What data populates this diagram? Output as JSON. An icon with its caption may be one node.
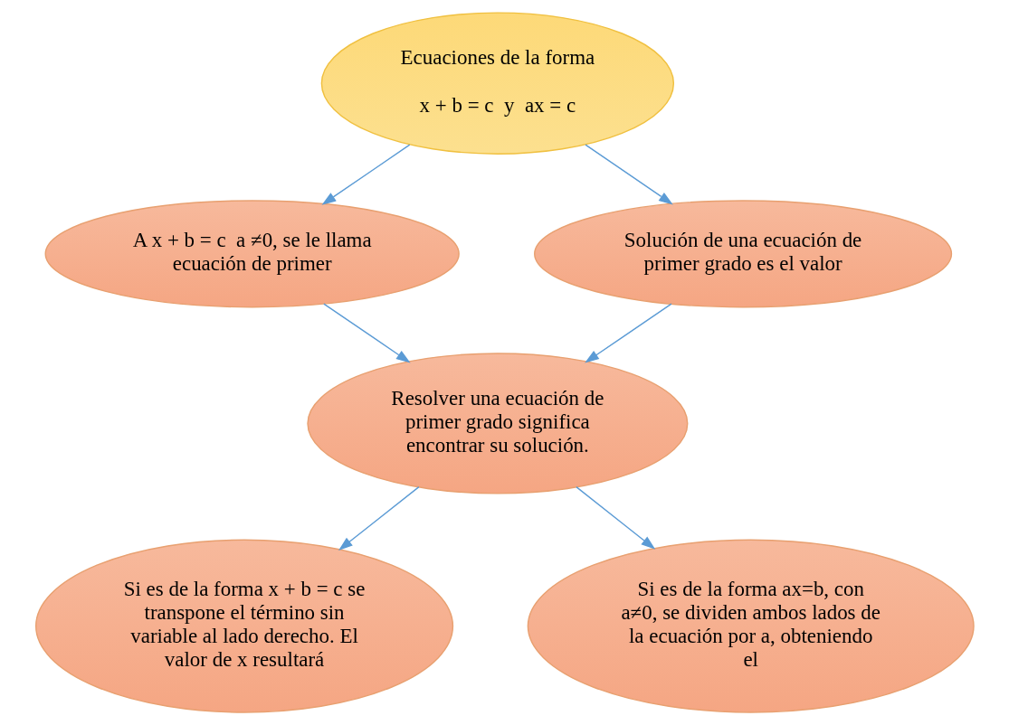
{
  "diagram": {
    "nodes": [
      {
        "text": [
          "Ecuaciones de la forma",
          "x + b = c  y  ax = c"
        ]
      },
      {
        "text": [
          "A x + b = c  a ≠0, se le llama ecuación de primer"
        ]
      },
      {
        "text": [
          "Solución de una ecuación de primer grado es el valor"
        ]
      },
      {
        "text": [
          "Resolver una ecuación de primer grado significa encontrar su solución."
        ]
      },
      {
        "text": [
          "Si es de la forma x + b = c se transpone el término sin variable al lado derecho. El valor de x resultará"
        ]
      },
      {
        "text": [
          "Si es de la forma ax=b, con a≠0, se dividen ambos lados de la ecuación por a, obteniendo el"
        ]
      }
    ],
    "edges": [
      {
        "from": 0,
        "to": 1,
        "arrow": "to"
      },
      {
        "from": 0,
        "to": 2,
        "arrow": "to"
      },
      {
        "from": 1,
        "to": 3,
        "arrow": "to"
      },
      {
        "from": 2,
        "to": 3,
        "arrow": "to"
      },
      {
        "from": 3,
        "to": 4,
        "arrow": "to"
      },
      {
        "from": 3,
        "to": 5,
        "arrow": "to"
      }
    ]
  }
}
